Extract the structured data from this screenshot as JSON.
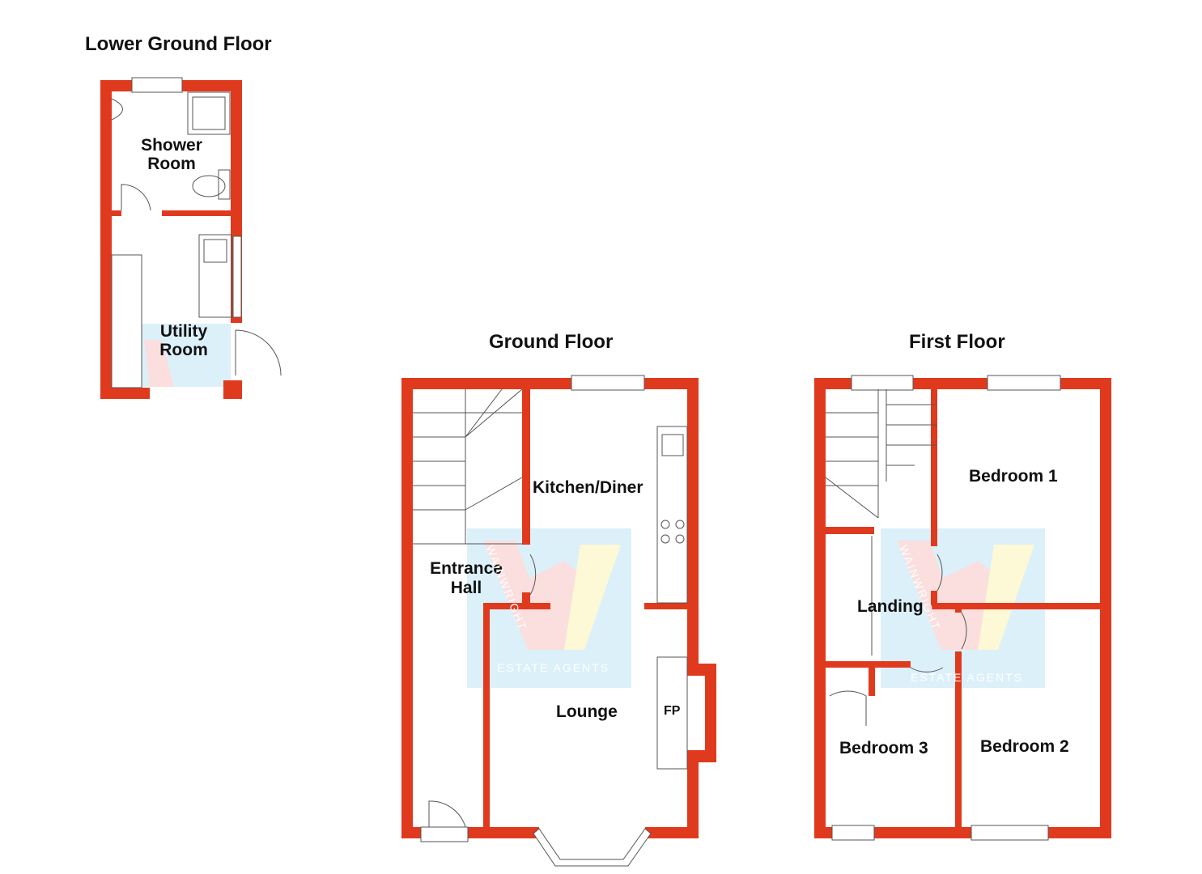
{
  "floors": {
    "lower_ground": {
      "title": "Lower Ground Floor",
      "rooms": {
        "shower_1": "Shower",
        "shower_2": "Room",
        "utility_1": "Utility",
        "utility_2": "Room"
      }
    },
    "ground": {
      "title": "Ground Floor",
      "rooms": {
        "hall_1": "Entrance",
        "hall_2": "Hall",
        "kitchen": "Kitchen/Diner",
        "lounge": "Lounge",
        "fp": "FP"
      }
    },
    "first": {
      "title": "First Floor",
      "rooms": {
        "bed1": "Bedroom 1",
        "bed2": "Bedroom 2",
        "bed3": "Bedroom 3",
        "landing": "Landing"
      }
    }
  },
  "watermark": {
    "brand": "WAINWRIGHT",
    "tagline": "ESTATE AGENTS"
  },
  "colors": {
    "wall": "#e03a1e",
    "watermark_bg": "#dcf0fa"
  }
}
